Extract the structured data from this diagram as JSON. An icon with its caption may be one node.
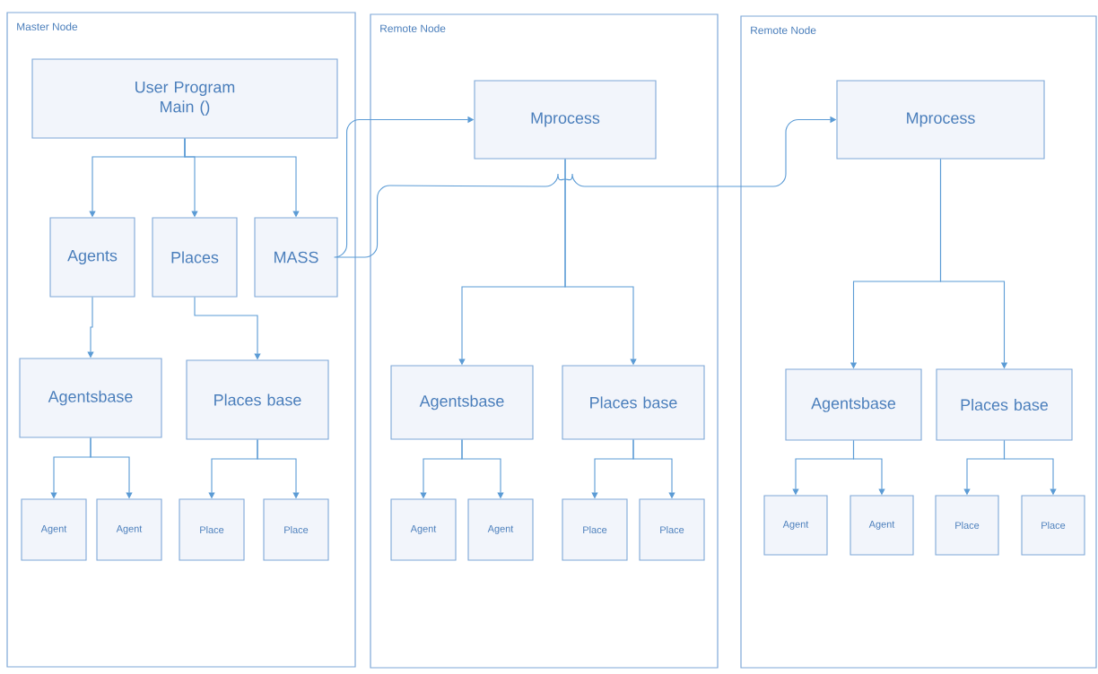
{
  "diagram": {
    "nodes": [
      {
        "text": [
          "Master Node"
        ]
      },
      {
        "text": [
          "User Program Main ()"
        ],
        "in": 0
      },
      {
        "text": [
          "Agents"
        ],
        "in": 0
      },
      {
        "text": [
          "Places"
        ],
        "in": 0
      },
      {
        "text": [
          "MASS"
        ],
        "in": 0
      },
      {
        "text": [
          "Agentsbase"
        ],
        "in": 0
      },
      {
        "text": [
          "Places base"
        ],
        "in": 0
      },
      {
        "text": [
          "Agent"
        ],
        "in": 0
      },
      {
        "text": [
          "Agent"
        ],
        "in": 0
      },
      {
        "text": [
          "Place"
        ],
        "in": 0
      },
      {
        "text": [
          "Place"
        ],
        "in": 0
      },
      {
        "text": [
          "Remote Node"
        ]
      },
      {
        "text": [
          "Mprocess"
        ],
        "in": 11
      },
      {
        "text": [
          "Agentsbase"
        ],
        "in": 11
      },
      {
        "text": [
          "Places base"
        ],
        "in": 11
      },
      {
        "text": [
          "Agent"
        ],
        "in": 11
      },
      {
        "text": [
          "Agent"
        ],
        "in": 11
      },
      {
        "text": [
          "Place"
        ],
        "in": 11
      },
      {
        "text": [
          "Place"
        ],
        "in": 11
      },
      {
        "text": [
          "Remote Node"
        ]
      },
      {
        "text": [
          "Mprocess"
        ],
        "in": 19
      },
      {
        "text": [
          "Agentsbase"
        ],
        "in": 19
      },
      {
        "text": [
          "Places base"
        ],
        "in": 19
      },
      {
        "text": [
          "Agent"
        ],
        "in": 19
      },
      {
        "text": [
          "Agent"
        ],
        "in": 19
      },
      {
        "text": [
          "Place"
        ],
        "in": 19
      },
      {
        "text": [
          "Place"
        ],
        "in": 19
      }
    ],
    "edges": [
      {
        "from": 1,
        "to": 2,
        "arrow": "to"
      },
      {
        "from": 1,
        "to": 3,
        "arrow": "to"
      },
      {
        "from": 1,
        "to": 4,
        "arrow": "to"
      },
      {
        "from": 2,
        "to": 5,
        "arrow": "to"
      },
      {
        "from": 3,
        "to": 6,
        "arrow": "to"
      },
      {
        "from": 5,
        "to": 7,
        "arrow": "to"
      },
      {
        "from": 5,
        "to": 8,
        "arrow": "to"
      },
      {
        "from": 6,
        "to": 9,
        "arrow": "to"
      },
      {
        "from": 6,
        "to": 10,
        "arrow": "to"
      },
      {
        "from": 4,
        "to": 12,
        "arrow": "to"
      },
      {
        "from": 4,
        "to": 20,
        "arrow": "to"
      },
      {
        "from": 12,
        "to": 13,
        "arrow": "to"
      },
      {
        "from": 12,
        "to": 14,
        "arrow": "to"
      },
      {
        "from": 13,
        "to": 15,
        "arrow": "to"
      },
      {
        "from": 13,
        "to": 16,
        "arrow": "to"
      },
      {
        "from": 14,
        "to": 17,
        "arrow": "to"
      },
      {
        "from": 14,
        "to": 18,
        "arrow": "to"
      },
      {
        "from": 20,
        "to": 21,
        "arrow": "to"
      },
      {
        "from": 20,
        "to": 22,
        "arrow": "to"
      },
      {
        "from": 21,
        "to": 23,
        "arrow": "to"
      },
      {
        "from": 21,
        "to": 24,
        "arrow": "to"
      },
      {
        "from": 22,
        "to": 25,
        "arrow": "to"
      },
      {
        "from": 22,
        "to": 26,
        "arrow": "to"
      }
    ]
  }
}
